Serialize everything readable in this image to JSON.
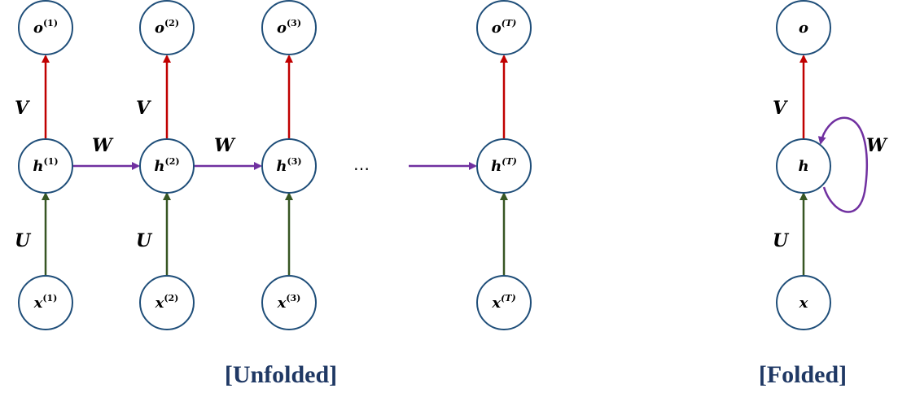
{
  "unfolded": {
    "caption": "[Unfolded]",
    "ellipsis": "…",
    "steps": [
      {
        "o": "o",
        "o_sup": "(1)",
        "h": "h",
        "h_sup": "(1)",
        "x": "x",
        "x_sup": "(1)",
        "v_label": "V",
        "u_label": "U"
      },
      {
        "o": "o",
        "o_sup": "(2)",
        "h": "h",
        "h_sup": "(2)",
        "x": "x",
        "x_sup": "(2)",
        "v_label": "V",
        "u_label": "U"
      },
      {
        "o": "o",
        "o_sup": "(3)",
        "h": "h",
        "h_sup": "(3)",
        "x": "x",
        "x_sup": "(3)",
        "v_label": "",
        "u_label": ""
      },
      {
        "o": "o",
        "o_sup": "(T)",
        "h": "h",
        "h_sup": "(T)",
        "x": "x",
        "x_sup": "(T)",
        "v_label": "",
        "u_label": ""
      }
    ],
    "w_labels": [
      "W",
      "W"
    ]
  },
  "folded": {
    "caption": "[Folded]",
    "o": "o",
    "h": "h",
    "x": "x",
    "v_label": "V",
    "u_label": "U",
    "w_label": "W"
  },
  "colors": {
    "node_stroke": "#1f4e79",
    "v_edge": "#c00000",
    "u_edge": "#375623",
    "w_edge": "#7030a0",
    "caption": "#1f3864"
  }
}
